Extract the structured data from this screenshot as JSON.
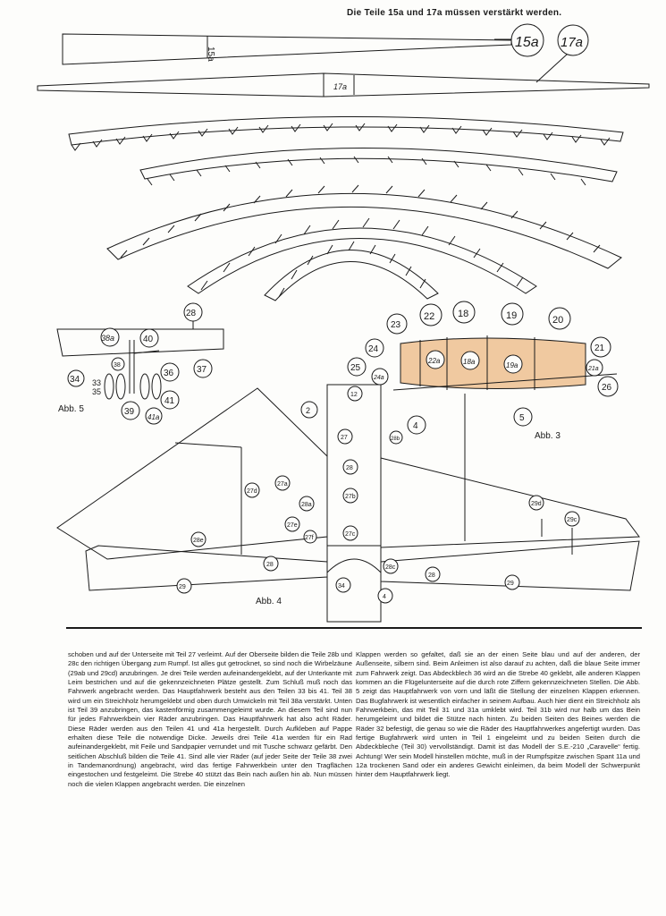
{
  "header_note": "Die Teile 15a und 17a müssen verstärkt werden.",
  "parts_top": {
    "p15a": "15a",
    "p17a": "17a"
  },
  "figures": {
    "abb3": {
      "caption": "Abb. 3",
      "labels": [
        "22",
        "18",
        "19",
        "20",
        "23",
        "24",
        "25",
        "21",
        "22a",
        "18a",
        "19a",
        "21a",
        "24a",
        "26",
        "4",
        "5"
      ]
    },
    "abb4": {
      "caption": "Abb. 4",
      "labels": [
        "2",
        "12",
        "27",
        "28b",
        "28",
        "27d",
        "27a",
        "28a",
        "27b",
        "27c",
        "27e",
        "27f",
        "28e",
        "28c",
        "28",
        "29",
        "34",
        "4",
        "29d",
        "29c",
        "28",
        "29"
      ]
    },
    "abb5": {
      "caption": "Abb. 5",
      "labels": [
        "28",
        "38a",
        "40",
        "38",
        "34",
        "33",
        "35",
        "36",
        "37",
        "39",
        "41",
        "41a"
      ]
    }
  },
  "text": {
    "left": "schoben und auf der Unterseite mit Teil 27 verleimt. Auf der Oberseite bilden die Teile 28b und 28c den richtigen Übergang zum Rumpf. Ist alles gut getrocknet, so sind noch die Wirbelzäune (29ab und 29cd) anzubringen. Je drei Teile werden aufeinandergeklebt, auf der Unterkante mit Leim bestrichen und auf die gekennzeichneten Plätze gestellt. Zum Schluß muß noch das Fahrwerk angebracht werden. Das Hauptfahrwerk besteht aus den Teilen 33 bis 41. Teil 38 wird um ein Streichholz herumgeklebt und oben durch Umwickeln mit Teil 38a verstärkt. Unten ist Teil 39 anzubringen, das kastenförmig zusammengeleimt wurde. An diesem Teil sind nun für jedes Fahrwerkbein vier Räder anzubringen. Das Hauptfahrwerk hat also acht Räder. Diese Räder werden aus den Teilen 41 und 41a hergestellt. Durch Aufkleben auf Pappe erhalten diese Teile die notwendige Dicke. Jeweils drei Teile 41a werden für ein Rad aufeinandergeklebt, mit Feile und Sandpapier verrundet und mit Tusche schwarz gefärbt. Den seitlichen Abschluß bilden die Teile 41. Sind alle vier Räder (auf jeder Seite der Teile 38 zwei in Tandemanordnung) angebracht, wird das fertige Fahrwerkbein unter den Tragflächen eingestochen und festgeleimt. Die Strebe 40 stützt das Bein nach außen hin ab. Nun müssen noch die vielen Klappen angebracht werden. Die einzelnen",
    "right": "Klappen werden so gefaltet, daß sie an der einen Seite blau und auf der anderen, der Außenseite, silbern sind. Beim Anleimen ist also darauf zu achten, daß die blaue Seite immer zum Fahrwerk zeigt. Das Abdeckblech 36 wird an die Strebe 40 geklebt, alle anderen Klappen kommen an die Flügelunterseite auf die durch rote Ziffern gekennzeichneten Stellen. Die Abb. 5 zeigt das Hauptfahrwerk von vorn und läßt die Stellung der einzelnen Klappen erkennen. Das Bugfahrwerk ist wesentlich einfacher in seinem Aufbau. Auch hier dient ein Streichholz als Fahrwerkbein, das mit Teil 31 und 31a umklebt wird. Teil 31b wird nur halb um das Bein herumgeleimt und bildet die Stütze nach hinten. Zu beiden Seiten des Beines werden die Räder 32 befestigt, die genau so wie die Räder des Hauptfahrwerkes angefertigt wurden. Das fertige Bugfahrwerk wird unten in Teil 1 eingeleimt und zu beiden Seiten durch die Abdeckbleche (Teil 30) vervollständigt. Damit ist das Modell der S.E.-210 „Caravelle“ fertig. Achtung! Wer sein Modell hinstellen möchte, muß in der Rumpfspitze zwischen Spant 11a und 12a trockenen Sand oder ein anderes Gewicht einleimen, da beim Modell der Schwerpunkt hinter dem Hauptfahrwerk liegt."
  },
  "colors": {
    "ink": "#1a1a1a",
    "paper": "#fdfdfb",
    "tan": "#f0c9a0"
  }
}
